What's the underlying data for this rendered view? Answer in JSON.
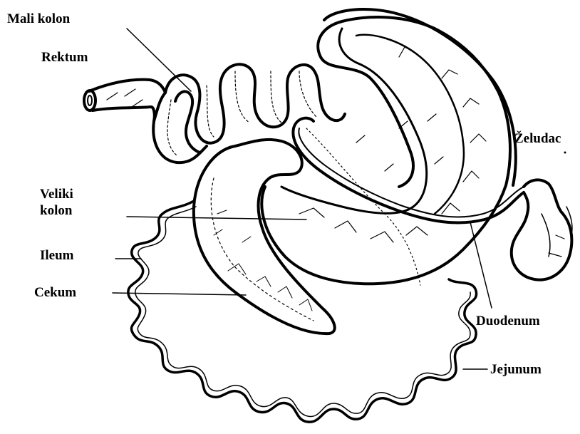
{
  "labels": {
    "mali_kolon": "Mali kolon",
    "rektum": "Rektum",
    "veliki_kolon_1": "Veliki",
    "veliki_kolon_2": "kolon",
    "ileum": "Ileum",
    "cekum": "Cekum",
    "zeludac": "Želudac",
    "duodenum": "Duodenum",
    "jejunum": "Jejunum"
  },
  "colors": {
    "ink": "#000000",
    "paper": "#ffffff"
  }
}
